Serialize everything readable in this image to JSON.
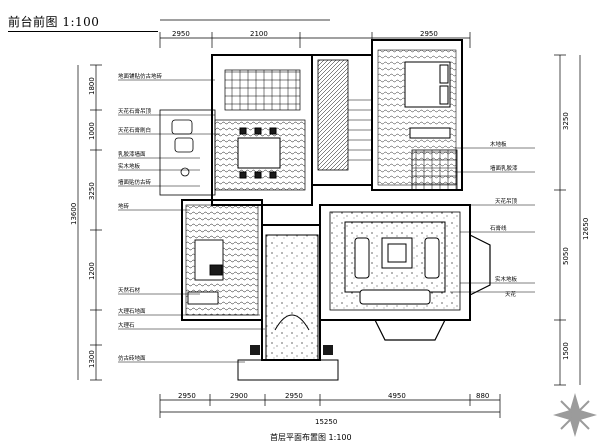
{
  "drawing": {
    "title": "前台前图 1:100",
    "bottom_caption": "首层平面布置图 1:100"
  },
  "dimensions": {
    "top": [
      "2950",
      "2100",
      "2950"
    ],
    "bottom_segments": [
      "2950",
      "2900",
      "2950",
      "4950",
      "880"
    ],
    "bottom_total": "15250",
    "left_outer": "13600",
    "left_segments": [
      "1800",
      "1000",
      "3250",
      "1200",
      "1300"
    ],
    "right_outer": "12650",
    "right_segments": [
      "3250",
      "5050",
      "1500"
    ]
  },
  "annotations_left": [
    "地面铺贴仿古地砖",
    "天花石膏吊顶",
    "天花石膏刷白",
    "乳胶漆墙面",
    "实木地板",
    "墙面贴仿古砖",
    "地砖",
    "天然石材",
    "大理石地面",
    "大理石",
    "仿古砖地面"
  ],
  "annotations_right": [
    "木地板",
    "墙面乳胶漆",
    "天花吊顶",
    "石膏线",
    "实木地板",
    "天花"
  ],
  "colors": {
    "line": "#000000",
    "fill_dark": "#1a1a1a",
    "watermark": "#8a8a8a"
  }
}
